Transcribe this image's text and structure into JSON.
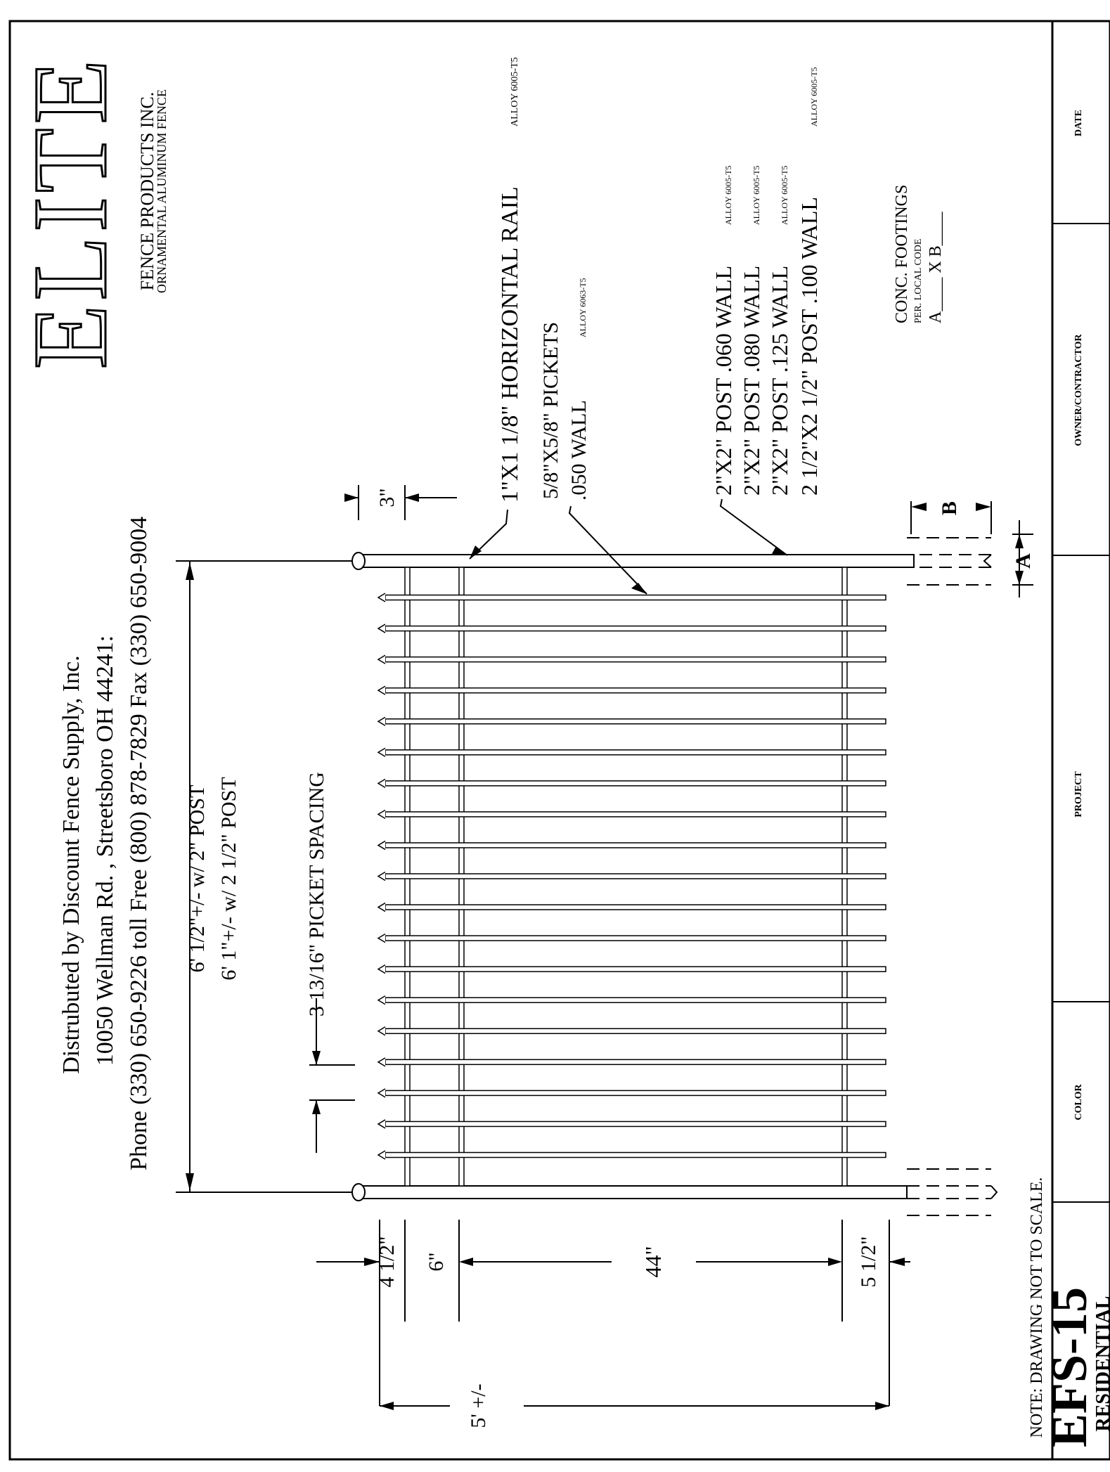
{
  "distributor": {
    "line1": "Distrubuted by Discount Fence Supply, Inc.",
    "line2": "10050 Wellman Rd. , Streetsboro OH 44241:",
    "line3": "Phone (330) 650-9226 toll Free (800) 878-7829 Fax (330) 650-9004"
  },
  "logo": {
    "brand": "ELITE",
    "line1": "FENCE PRODUCTS INC.",
    "line2": "ORNAMENTAL ALUMINUM FENCE"
  },
  "callouts": {
    "rail": {
      "text": "1\"X1 1/8\" HORIZONTAL RAIL",
      "alloy": "ALLOY 6005-T5"
    },
    "pickets_1": "5/8\"X5/8\" PICKETS",
    "pickets_2": {
      "text": ".050 WALL",
      "alloy": "ALLOY 6063-T5"
    },
    "posts": [
      {
        "text": "2\"X2\" POST .060 WALL",
        "alloy": "ALLOY 6005-T5"
      },
      {
        "text": "2\"X2\" POST .080 WALL",
        "alloy": "ALLOY 6005-T5"
      },
      {
        "text": "2\"X2\" POST .125 WALL",
        "alloy": "ALLOY 6005-T5"
      },
      {
        "text": "2 1/2\"X2 1/2\" POST .100 WALL",
        "alloy": "ALLOY 6005-T5"
      }
    ],
    "footings": {
      "title": "CONC. FOOTINGS",
      "sub": "PER. LOCAL CODE",
      "formula": "A____ X B____"
    }
  },
  "dimensions": {
    "section_width_1": "6' 1/2\"+/- w/ 2\" POST",
    "section_width_2": "6' 1\"+/-  w/ 2 1/2\" POST",
    "picket_spacing": "3 13/16\" PICKET SPACING",
    "top_projection": "3\"",
    "rail_from_top": "4 1/2\"",
    "rail_gap": "6\"",
    "picket_span": "44\"",
    "bottom_clearance": "5 1/2\"",
    "overall_height": "5' +/-",
    "footing_a": "A",
    "footing_b": "B"
  },
  "note": "NOTE: DRAWING NOT TO SCALE.",
  "title_block": {
    "model": "EFS-15",
    "model_sub": "RESIDENTIAL",
    "color_label": "COLOR",
    "project_label": "PROJECT",
    "owner_label": "OWNER/CONTRACTOR",
    "date_label": "DATE"
  }
}
